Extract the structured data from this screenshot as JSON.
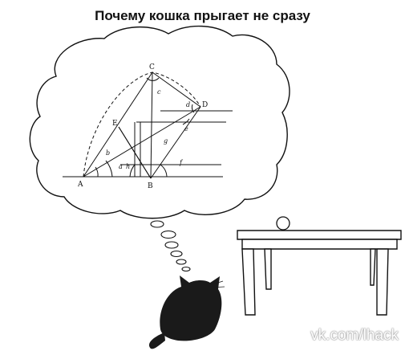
{
  "title": "Почему кошка прыгает не сразу",
  "watermark": "vk.com/lhack",
  "diagram": {
    "points": {
      "A": "A",
      "B": "B",
      "C": "C",
      "D": "D",
      "E": "E"
    },
    "angles": {
      "a": "a",
      "b": "b",
      "c": "c",
      "d": "d",
      "e": "e",
      "f": "f",
      "g": "g",
      "h": "h"
    }
  },
  "colors": {
    "ink": "#111111",
    "paper": "#ffffff",
    "cat": "#1a1a1a"
  }
}
